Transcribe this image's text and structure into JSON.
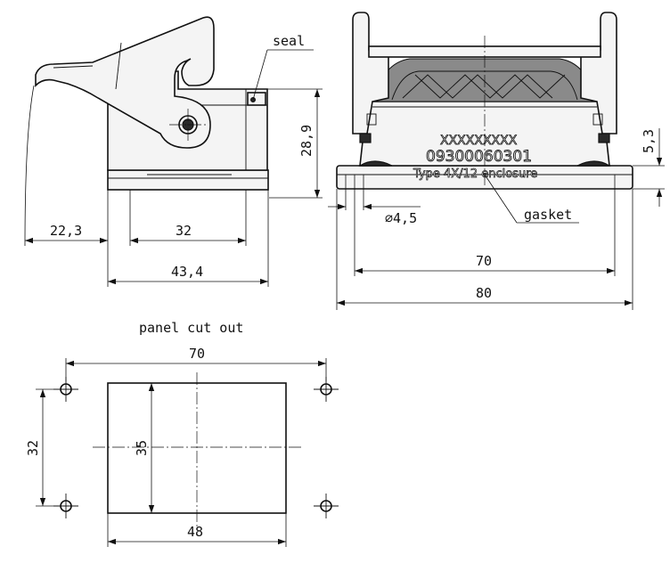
{
  "labels": {
    "seal": "seal",
    "gasket": "gasket",
    "panel_cut_out": "panel cut out"
  },
  "marking": {
    "line1": "XXXXXXXXX",
    "line2": "09300060301",
    "line3": "Type 4X/12 enclosure"
  },
  "dimensions": {
    "d_22_3": "22,3",
    "d_32_side": "32",
    "d_43_4": "43,4",
    "d_28_9": "28,9",
    "d_5_3": "5,3",
    "d_dia_4_5": "∅4,5",
    "d_70_front": "70",
    "d_80": "80",
    "d_70_cut": "70",
    "d_32_cut": "32",
    "d_35": "35",
    "d_48": "48"
  }
}
